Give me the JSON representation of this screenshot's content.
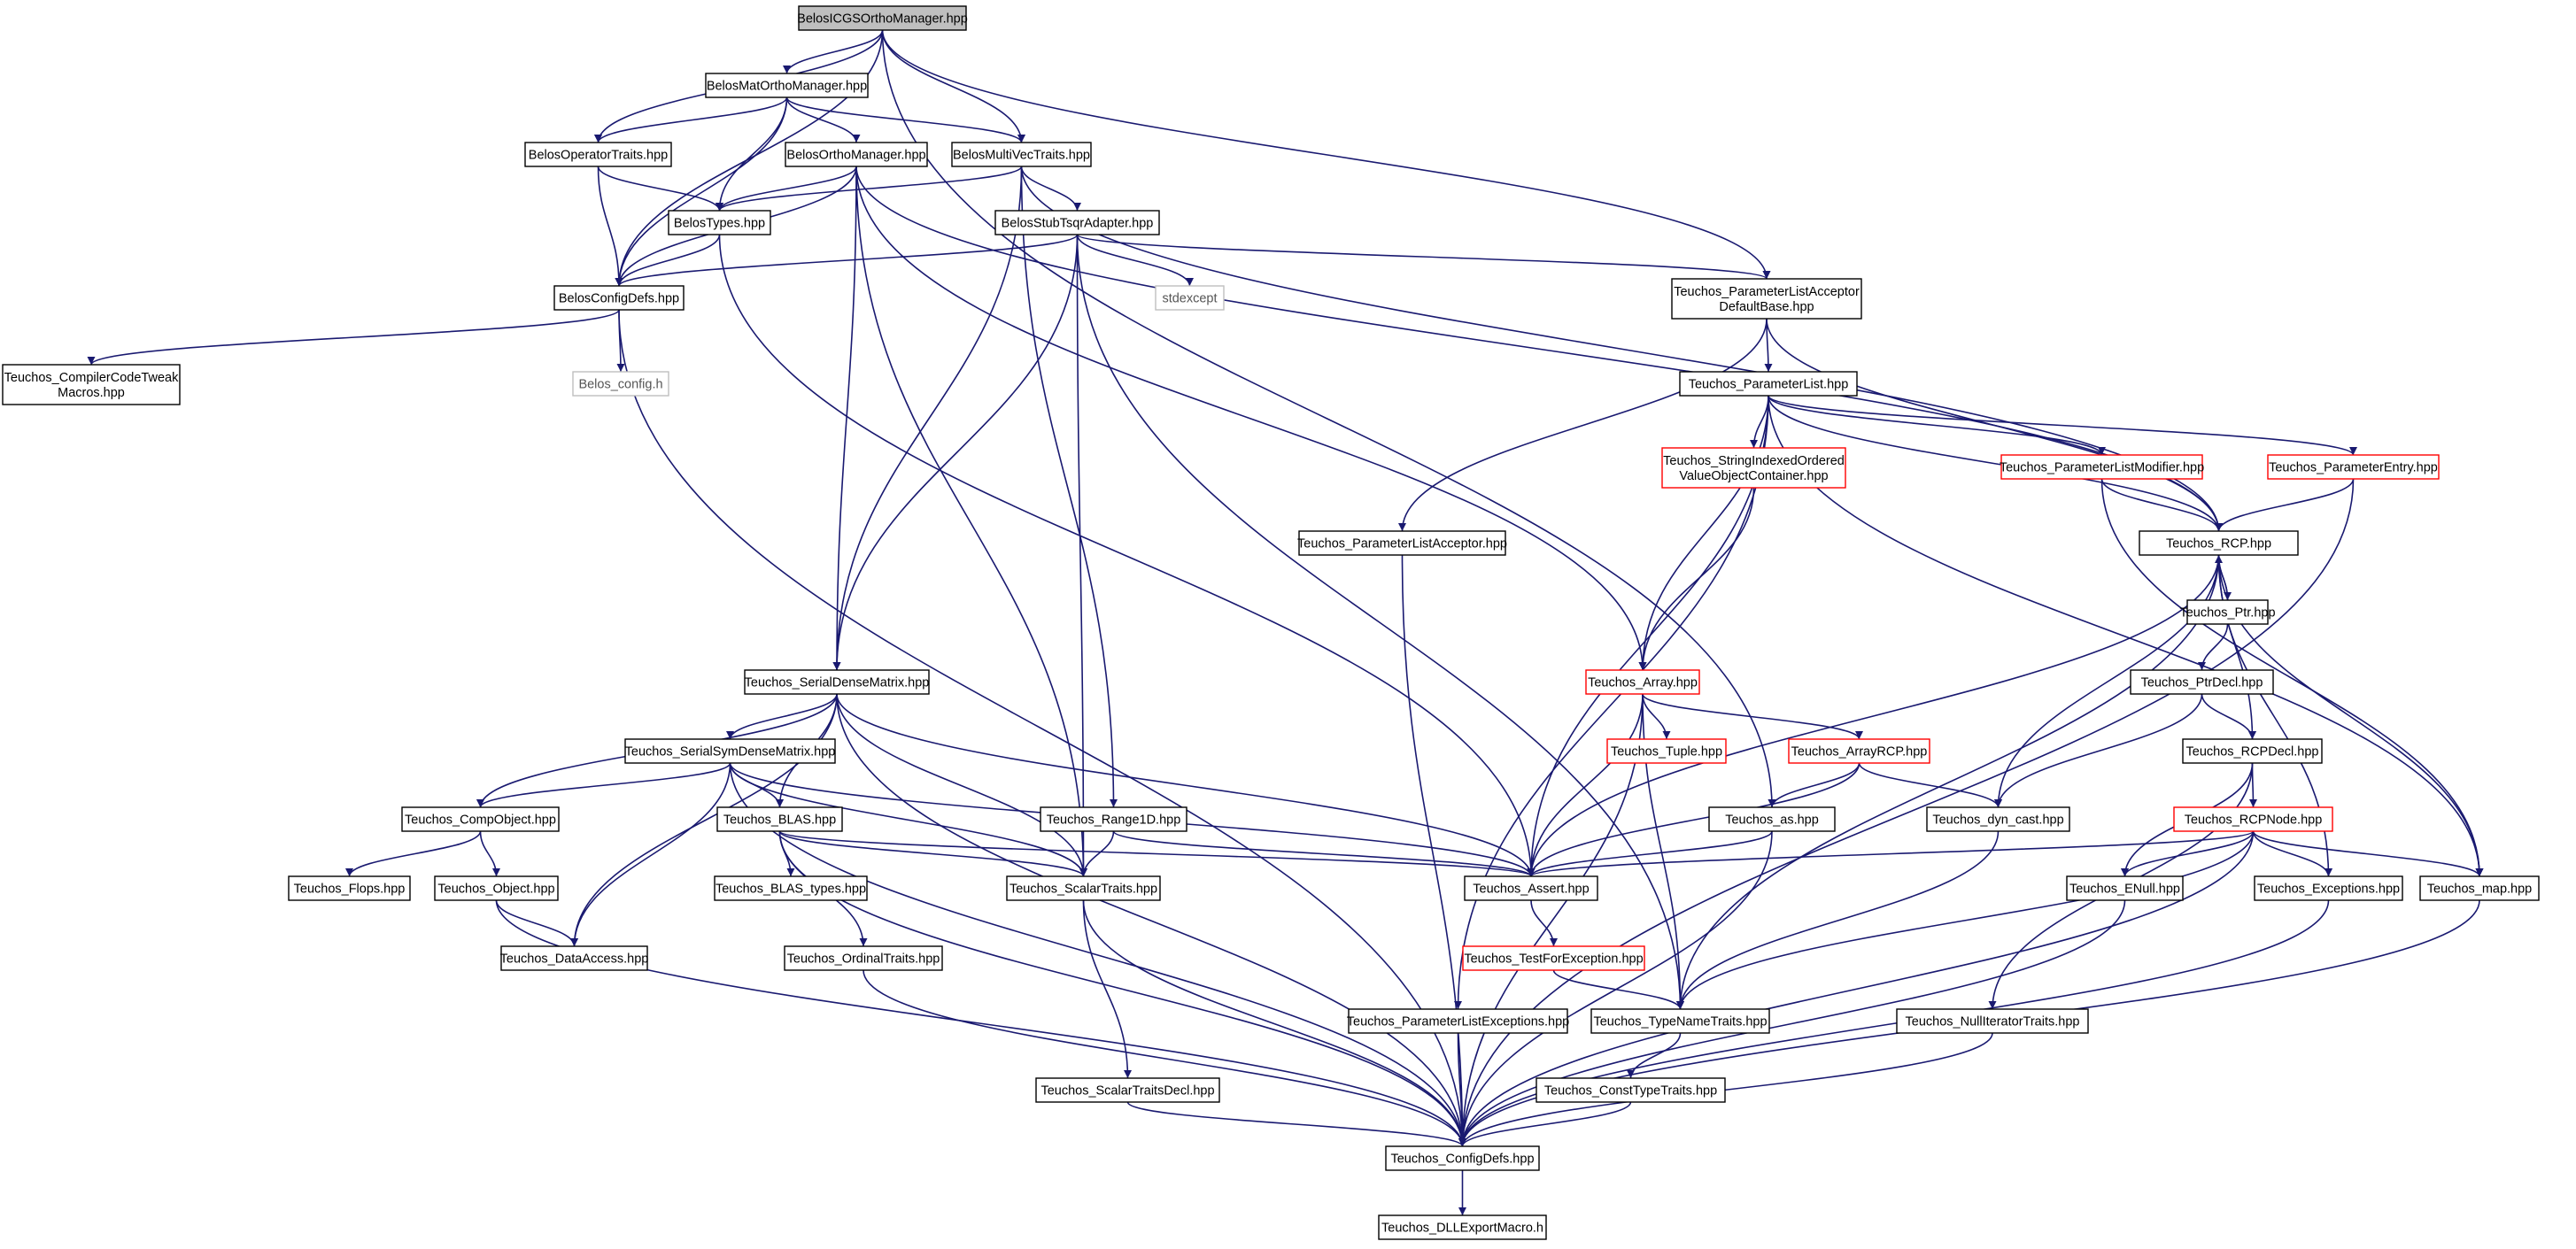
{
  "colors": {
    "edge": "#191970",
    "node_border": "#000000",
    "node_border_truncated": "#ff0000",
    "node_border_external": "#bfbfbf",
    "root_fill": "#bfbfbf",
    "node_fill": "#ffffff"
  },
  "nodes": [
    {
      "id": "root",
      "lines": [
        "BelosICGSOrthoManager.hpp"
      ],
      "kind": "root"
    },
    {
      "id": "matortho",
      "lines": [
        "BelosMatOrthoManager.hpp"
      ],
      "kind": "normal"
    },
    {
      "id": "optraits",
      "lines": [
        "BelosOperatorTraits.hpp"
      ],
      "kind": "normal"
    },
    {
      "id": "orthomgr",
      "lines": [
        "BelosOrthoManager.hpp"
      ],
      "kind": "normal"
    },
    {
      "id": "mvtraits",
      "lines": [
        "BelosMultiVecTraits.hpp"
      ],
      "kind": "normal"
    },
    {
      "id": "types",
      "lines": [
        "BelosTypes.hpp"
      ],
      "kind": "normal"
    },
    {
      "id": "tsqr",
      "lines": [
        "BelosStubTsqrAdapter.hpp"
      ],
      "kind": "normal"
    },
    {
      "id": "configdefs",
      "lines": [
        "BelosConfigDefs.hpp"
      ],
      "kind": "normal"
    },
    {
      "id": "stdexcept",
      "lines": [
        "stdexcept"
      ],
      "kind": "external"
    },
    {
      "id": "plad",
      "lines": [
        "Teuchos_ParameterListAcceptor",
        "DefaultBase.hpp"
      ],
      "kind": "normal"
    },
    {
      "id": "compilercode",
      "lines": [
        "Teuchos_CompilerCodeTweak",
        "Macros.hpp"
      ],
      "kind": "normal"
    },
    {
      "id": "belosconfig",
      "lines": [
        "Belos_config.h"
      ],
      "kind": "external"
    },
    {
      "id": "paramlist",
      "lines": [
        "Teuchos_ParameterList.hpp"
      ],
      "kind": "normal"
    },
    {
      "id": "sivoc",
      "lines": [
        "Teuchos_StringIndexedOrdered",
        "ValueObjectContainer.hpp"
      ],
      "kind": "truncated"
    },
    {
      "id": "plmodifier",
      "lines": [
        "Teuchos_ParameterListModifier.hpp"
      ],
      "kind": "truncated"
    },
    {
      "id": "paramentry",
      "lines": [
        "Teuchos_ParameterEntry.hpp"
      ],
      "kind": "truncated"
    },
    {
      "id": "placceptor",
      "lines": [
        "Teuchos_ParameterListAcceptor.hpp"
      ],
      "kind": "normal"
    },
    {
      "id": "rcp",
      "lines": [
        "Teuchos_RCP.hpp"
      ],
      "kind": "normal"
    },
    {
      "id": "ptr",
      "lines": [
        "Teuchos_Ptr.hpp"
      ],
      "kind": "normal"
    },
    {
      "id": "ptrdecl",
      "lines": [
        "Teuchos_PtrDecl.hpp"
      ],
      "kind": "normal"
    },
    {
      "id": "sdm",
      "lines": [
        "Teuchos_SerialDenseMatrix.hpp"
      ],
      "kind": "normal"
    },
    {
      "id": "array",
      "lines": [
        "Teuchos_Array.hpp"
      ],
      "kind": "truncated"
    },
    {
      "id": "rcpdecl",
      "lines": [
        "Teuchos_RCPDecl.hpp"
      ],
      "kind": "normal"
    },
    {
      "id": "ssdm",
      "lines": [
        "Teuchos_SerialSymDenseMatrix.hpp"
      ],
      "kind": "normal"
    },
    {
      "id": "tuple",
      "lines": [
        "Teuchos_Tuple.hpp"
      ],
      "kind": "truncated"
    },
    {
      "id": "arrayrcp",
      "lines": [
        "Teuchos_ArrayRCP.hpp"
      ],
      "kind": "truncated"
    },
    {
      "id": "rcpnode",
      "lines": [
        "Teuchos_RCPNode.hpp"
      ],
      "kind": "truncated"
    },
    {
      "id": "compobject",
      "lines": [
        "Teuchos_CompObject.hpp"
      ],
      "kind": "normal"
    },
    {
      "id": "blas",
      "lines": [
        "Teuchos_BLAS.hpp"
      ],
      "kind": "normal"
    },
    {
      "id": "range1d",
      "lines": [
        "Teuchos_Range1D.hpp"
      ],
      "kind": "normal"
    },
    {
      "id": "as",
      "lines": [
        "Teuchos_as.hpp"
      ],
      "kind": "normal"
    },
    {
      "id": "dyncast",
      "lines": [
        "Teuchos_dyn_cast.hpp"
      ],
      "kind": "normal"
    },
    {
      "id": "flops",
      "lines": [
        "Teuchos_Flops.hpp"
      ],
      "kind": "normal"
    },
    {
      "id": "object",
      "lines": [
        "Teuchos_Object.hpp"
      ],
      "kind": "normal"
    },
    {
      "id": "blastypes",
      "lines": [
        "Teuchos_BLAS_types.hpp"
      ],
      "kind": "normal"
    },
    {
      "id": "scalartraits",
      "lines": [
        "Teuchos_ScalarTraits.hpp"
      ],
      "kind": "normal"
    },
    {
      "id": "assert",
      "lines": [
        "Teuchos_Assert.hpp"
      ],
      "kind": "normal"
    },
    {
      "id": "enull",
      "lines": [
        "Teuchos_ENull.hpp"
      ],
      "kind": "normal"
    },
    {
      "id": "exceptions",
      "lines": [
        "Teuchos_Exceptions.hpp"
      ],
      "kind": "normal"
    },
    {
      "id": "map",
      "lines": [
        "Teuchos_map.hpp"
      ],
      "kind": "normal"
    },
    {
      "id": "dataaccess",
      "lines": [
        "Teuchos_DataAccess.hpp"
      ],
      "kind": "normal"
    },
    {
      "id": "ordinaltraits",
      "lines": [
        "Teuchos_OrdinalTraits.hpp"
      ],
      "kind": "normal"
    },
    {
      "id": "testforexc",
      "lines": [
        "Teuchos_TestForException.hpp"
      ],
      "kind": "truncated"
    },
    {
      "id": "plexceptions",
      "lines": [
        "Teuchos_ParameterListExceptions.hpp"
      ],
      "kind": "normal"
    },
    {
      "id": "typenametraits",
      "lines": [
        "Teuchos_TypeNameTraits.hpp"
      ],
      "kind": "normal"
    },
    {
      "id": "nulliter",
      "lines": [
        "Teuchos_NullIteratorTraits.hpp"
      ],
      "kind": "normal"
    },
    {
      "id": "scalartraitsdecl",
      "lines": [
        "Teuchos_ScalarTraitsDecl.hpp"
      ],
      "kind": "normal"
    },
    {
      "id": "consttypetraits",
      "lines": [
        "Teuchos_ConstTypeTraits.hpp"
      ],
      "kind": "normal"
    },
    {
      "id": "teuchosconfig",
      "lines": [
        "Teuchos_ConfigDefs.hpp"
      ],
      "kind": "normal"
    },
    {
      "id": "dllexport",
      "lines": [
        "Teuchos_DLLExportMacro.h"
      ],
      "kind": "normal"
    }
  ],
  "edges": [
    [
      "root",
      "matortho"
    ],
    [
      "root",
      "optraits"
    ],
    [
      "root",
      "mvtraits"
    ],
    [
      "root",
      "configdefs"
    ],
    [
      "root",
      "plad"
    ],
    [
      "root",
      "as"
    ],
    [
      "matortho",
      "optraits"
    ],
    [
      "matortho",
      "types"
    ],
    [
      "matortho",
      "configdefs"
    ],
    [
      "matortho",
      "orthomgr"
    ],
    [
      "matortho",
      "mvtraits"
    ],
    [
      "optraits",
      "types"
    ],
    [
      "optraits",
      "configdefs"
    ],
    [
      "orthomgr",
      "types"
    ],
    [
      "orthomgr",
      "configdefs"
    ],
    [
      "orthomgr",
      "sdm"
    ],
    [
      "orthomgr",
      "scalartraits"
    ],
    [
      "orthomgr",
      "rcp"
    ],
    [
      "orthomgr",
      "array"
    ],
    [
      "mvtraits",
      "types"
    ],
    [
      "mvtraits",
      "tsqr"
    ],
    [
      "mvtraits",
      "sdm"
    ],
    [
      "mvtraits",
      "range1d"
    ],
    [
      "mvtraits",
      "rcp"
    ],
    [
      "types",
      "configdefs"
    ],
    [
      "types",
      "assert"
    ],
    [
      "tsqr",
      "configdefs"
    ],
    [
      "tsqr",
      "stdexcept"
    ],
    [
      "tsqr",
      "plad"
    ],
    [
      "tsqr",
      "sdm"
    ],
    [
      "tsqr",
      "scalartraits"
    ],
    [
      "tsqr",
      "typenametraits"
    ],
    [
      "configdefs",
      "compilercode"
    ],
    [
      "configdefs",
      "belosconfig"
    ],
    [
      "configdefs",
      "teuchosconfig"
    ],
    [
      "plad",
      "paramlist"
    ],
    [
      "plad",
      "placceptor"
    ],
    [
      "plad",
      "rcp"
    ],
    [
      "paramlist",
      "sivoc"
    ],
    [
      "paramlist",
      "plmodifier"
    ],
    [
      "paramlist",
      "paramentry"
    ],
    [
      "paramlist",
      "rcp"
    ],
    [
      "paramlist",
      "array"
    ],
    [
      "paramlist",
      "assert"
    ],
    [
      "paramlist",
      "plexceptions"
    ],
    [
      "paramlist",
      "map"
    ],
    [
      "sivoc",
      "array"
    ],
    [
      "plmodifier",
      "rcp"
    ],
    [
      "plmodifier",
      "map"
    ],
    [
      "paramentry",
      "rcp"
    ],
    [
      "paramentry",
      "teuchosconfig"
    ],
    [
      "placceptor",
      "teuchosconfig"
    ],
    [
      "rcp",
      "ptr"
    ],
    [
      "rcp",
      "rcpdecl"
    ],
    [
      "rcp",
      "assert"
    ],
    [
      "rcp",
      "dyncast"
    ],
    [
      "rcp",
      "exceptions"
    ],
    [
      "rcp",
      "map"
    ],
    [
      "rcp",
      "typenametraits"
    ],
    [
      "ptr",
      "rcp"
    ],
    [
      "ptr",
      "ptrdecl"
    ],
    [
      "ptrdecl",
      "rcpdecl"
    ],
    [
      "ptrdecl",
      "dyncast"
    ],
    [
      "rcpdecl",
      "rcpnode"
    ],
    [
      "rcpdecl",
      "enull"
    ],
    [
      "rcpdecl",
      "nulliter"
    ],
    [
      "rcpnode",
      "assert"
    ],
    [
      "rcpnode",
      "enull"
    ],
    [
      "rcpnode",
      "exceptions"
    ],
    [
      "rcpnode",
      "map"
    ],
    [
      "rcpnode",
      "typenametraits"
    ],
    [
      "rcpnode",
      "teuchosconfig"
    ],
    [
      "sdm",
      "ssdm"
    ],
    [
      "sdm",
      "compobject"
    ],
    [
      "sdm",
      "blas"
    ],
    [
      "sdm",
      "scalartraits"
    ],
    [
      "sdm",
      "assert"
    ],
    [
      "sdm",
      "dataaccess"
    ],
    [
      "sdm",
      "teuchosconfig"
    ],
    [
      "ssdm",
      "compobject"
    ],
    [
      "ssdm",
      "blas"
    ],
    [
      "ssdm",
      "scalartraits"
    ],
    [
      "ssdm",
      "assert"
    ],
    [
      "ssdm",
      "dataaccess"
    ],
    [
      "ssdm",
      "teuchosconfig"
    ],
    [
      "array",
      "tuple"
    ],
    [
      "array",
      "arrayrcp"
    ],
    [
      "array",
      "assert"
    ],
    [
      "array",
      "typenametraits"
    ],
    [
      "array",
      "teuchosconfig"
    ],
    [
      "arrayrcp",
      "as"
    ],
    [
      "arrayrcp",
      "dyncast"
    ],
    [
      "arrayrcp",
      "assert"
    ],
    [
      "as",
      "assert"
    ],
    [
      "as",
      "teuchosconfig"
    ],
    [
      "dyncast",
      "typenametraits"
    ],
    [
      "compobject",
      "flops"
    ],
    [
      "compobject",
      "object"
    ],
    [
      "object",
      "dataaccess"
    ],
    [
      "object",
      "teuchosconfig"
    ],
    [
      "blas",
      "blastypes"
    ],
    [
      "blas",
      "ordinaltraits"
    ],
    [
      "blas",
      "scalartraits"
    ],
    [
      "blas",
      "assert"
    ],
    [
      "blas",
      "teuchosconfig"
    ],
    [
      "range1d",
      "scalartraits"
    ],
    [
      "range1d",
      "assert"
    ],
    [
      "scalartraits",
      "scalartraitsdecl"
    ],
    [
      "scalartraits",
      "teuchosconfig"
    ],
    [
      "assert",
      "testforexc"
    ],
    [
      "testforexc",
      "typenametraits"
    ],
    [
      "typenametraits",
      "consttypetraits"
    ],
    [
      "consttypetraits",
      "teuchosconfig"
    ],
    [
      "scalartraitsdecl",
      "teuchosconfig"
    ],
    [
      "ordinaltraits",
      "teuchosconfig"
    ],
    [
      "plexceptions",
      "teuchosconfig"
    ],
    [
      "nulliter",
      "teuchosconfig"
    ],
    [
      "enull",
      "teuchosconfig"
    ],
    [
      "exceptions",
      "teuchosconfig"
    ],
    [
      "map",
      "teuchosconfig"
    ],
    [
      "teuchosconfig",
      "dllexport"
    ]
  ]
}
